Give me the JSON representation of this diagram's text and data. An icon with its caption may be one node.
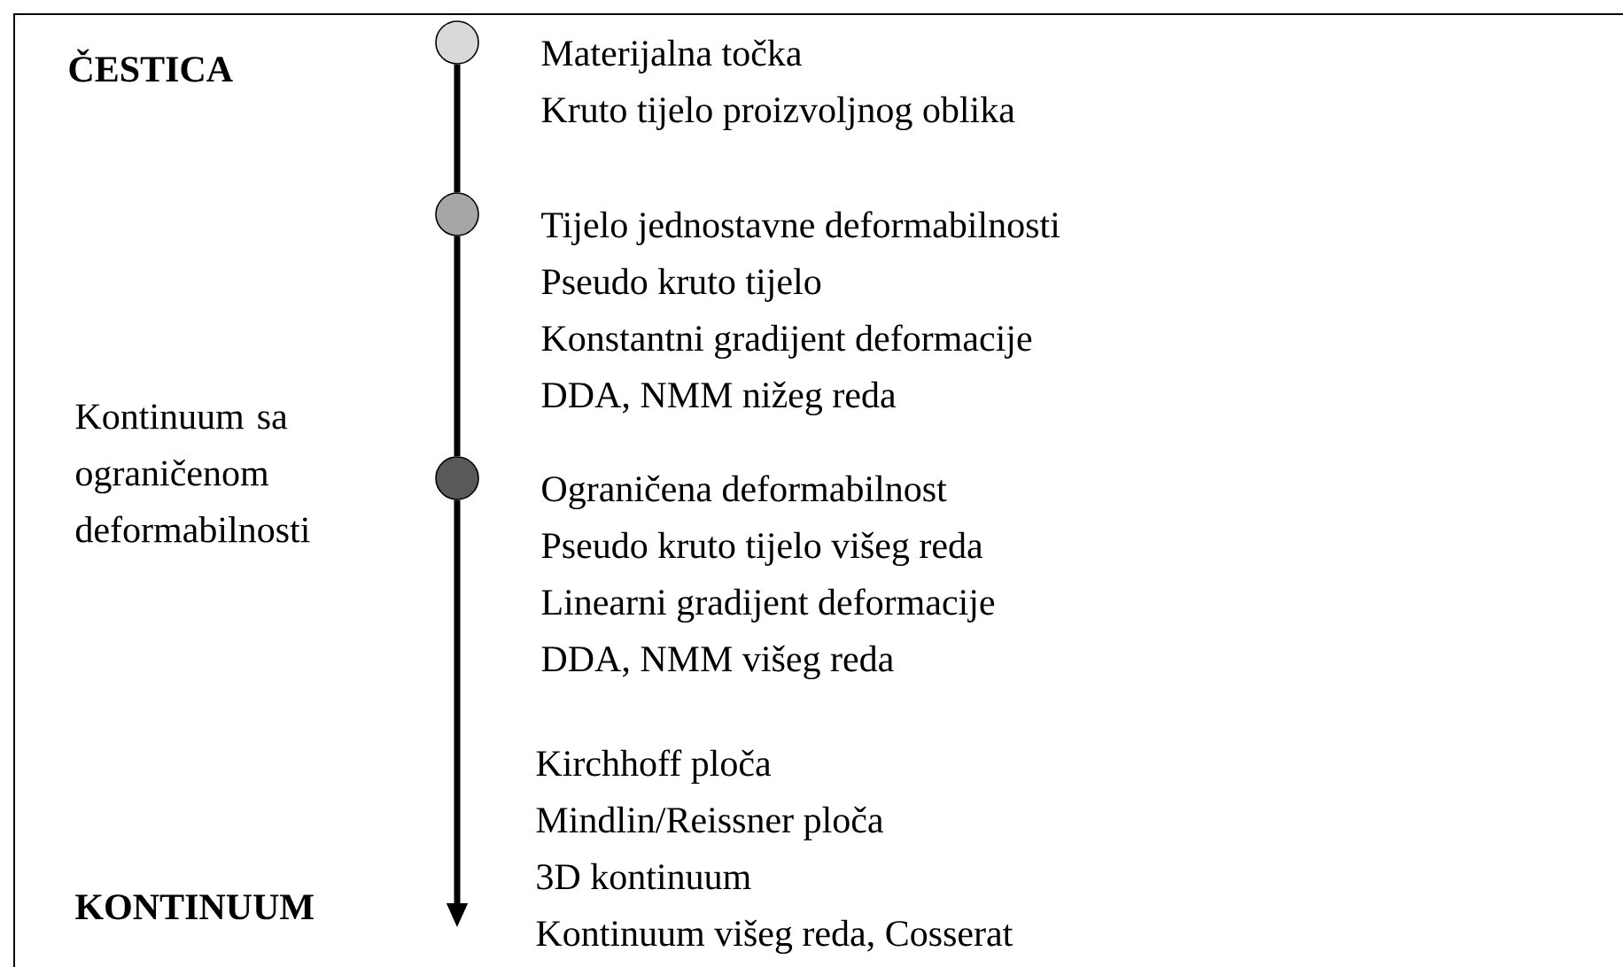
{
  "diagram": {
    "nodes": [
      {
        "text": [],
        "shape": "circle",
        "beside": [
          "Materijalna točka",
          "Kruto tijelo proizvoljnog oblika"
        ]
      },
      {
        "text": [],
        "shape": "circle",
        "beside": [
          "Tijelo jednostavne deformabilnosti",
          "Pseudo kruto tijelo",
          "Konstantni gradijent deformacije",
          "DDA, NMM nižeg reda"
        ]
      },
      {
        "text": [],
        "shape": "circle",
        "beside": [
          "Ograničena deformabilnost",
          "Pseudo kruto tijelo višeg reda",
          "Linearni gradijent deformacije",
          "DDA, NMM višeg reda"
        ]
      }
    ],
    "edges": [
      {
        "from": 0,
        "to": 1,
        "arrow": "none"
      },
      {
        "from": 1,
        "to": 2,
        "arrow": "none"
      },
      {
        "from": 2,
        "to": null,
        "arrow": "to"
      }
    ],
    "labels": [
      "ČESTICA",
      "Kontinuum sa ograničenom deformabilnosti",
      "Kirchhoff ploča",
      "Mindlin/Reissner ploča",
      "3D kontinuum",
      "KONTINUUM",
      "Kontinuum višeg reda, Cosserat"
    ]
  }
}
